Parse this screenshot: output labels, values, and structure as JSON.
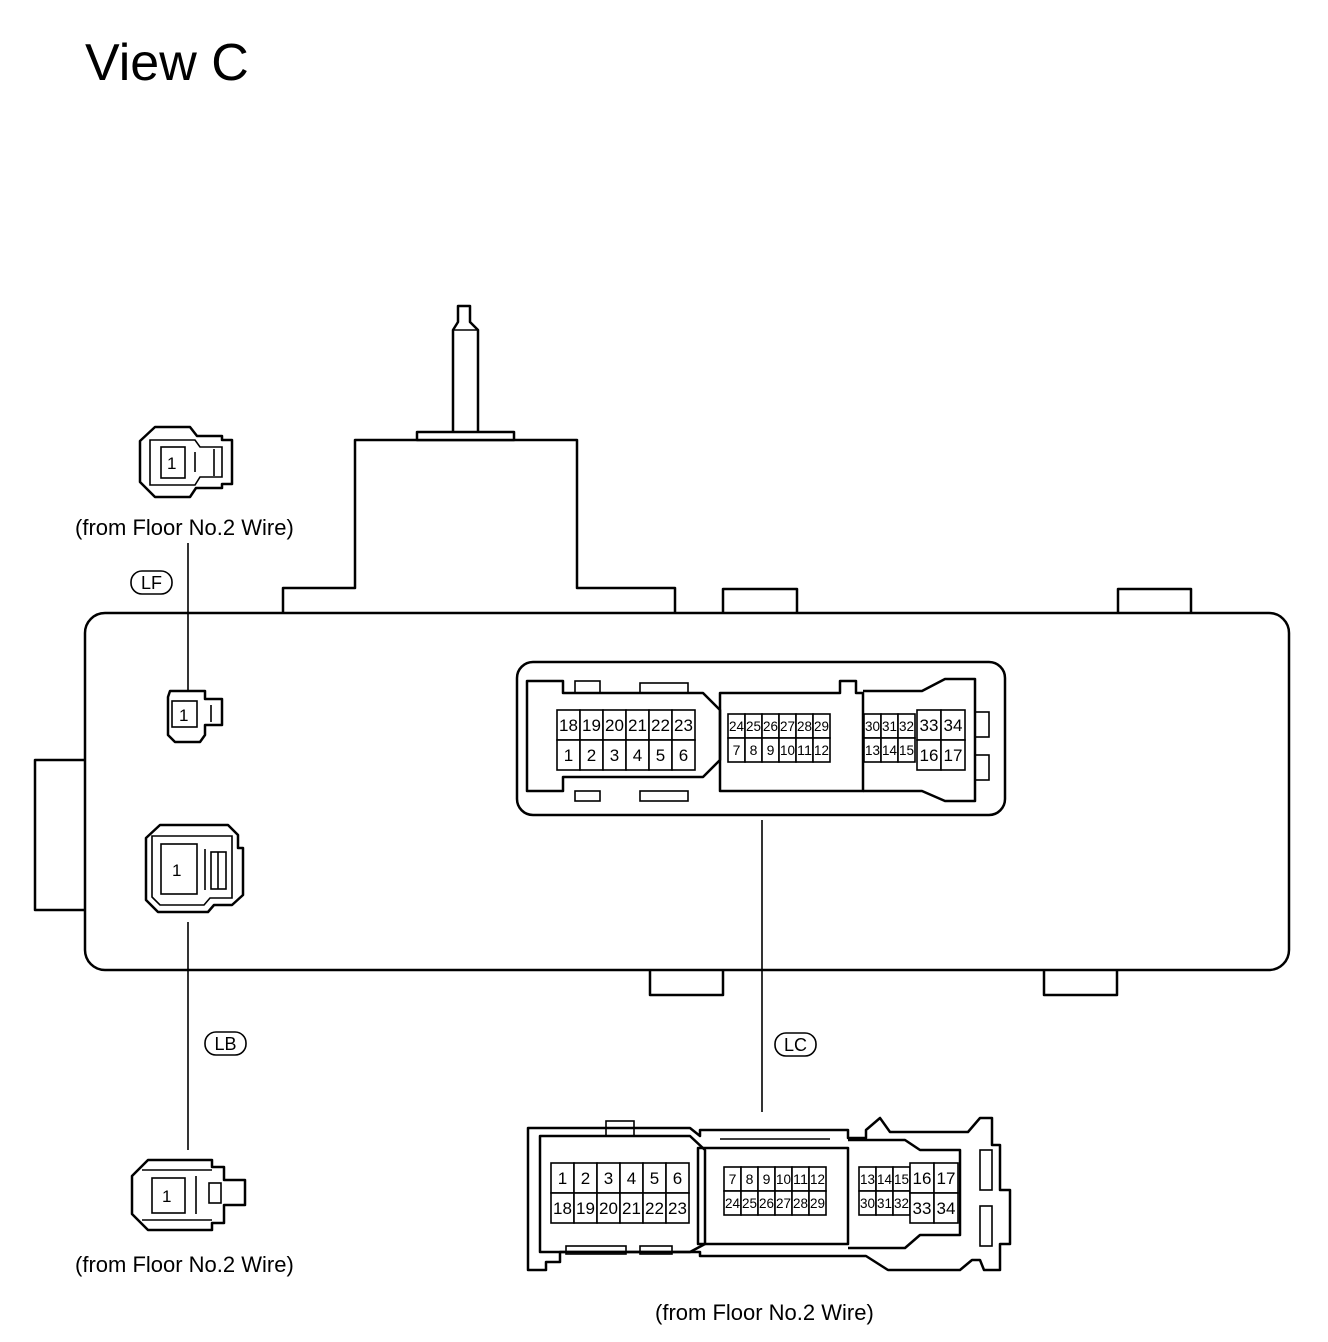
{
  "title": "View C",
  "wire_label": "(from Floor No.2 Wire)",
  "connectors": {
    "lf": {
      "tag": "LF",
      "pin": "1"
    },
    "lb": {
      "tag": "LB",
      "pin": "1"
    },
    "lc": {
      "tag": "LC"
    }
  },
  "lc_face": {
    "block1": {
      "top": [
        "18",
        "19",
        "20",
        "21",
        "22",
        "23"
      ],
      "bottom": [
        "1",
        "2",
        "3",
        "4",
        "5",
        "6"
      ]
    },
    "block2": {
      "top": [
        "24",
        "25",
        "26",
        "27",
        "28",
        "29"
      ],
      "bottom": [
        "7",
        "8",
        "9",
        "10",
        "11",
        "12"
      ]
    },
    "block3a": {
      "top": [
        "30",
        "31",
        "32"
      ],
      "bottom": [
        "13",
        "14",
        "15"
      ]
    },
    "block3b": {
      "top": [
        "33",
        "34"
      ],
      "bottom": [
        "16",
        "17"
      ]
    }
  },
  "lc_plug": {
    "block1": {
      "top": [
        "1",
        "2",
        "3",
        "4",
        "5",
        "6"
      ],
      "bottom": [
        "18",
        "19",
        "20",
        "21",
        "22",
        "23"
      ]
    },
    "block2": {
      "top": [
        "7",
        "8",
        "9",
        "10",
        "11",
        "12"
      ],
      "bottom": [
        "24",
        "25",
        "26",
        "27",
        "28",
        "29"
      ]
    },
    "block3a": {
      "top": [
        "13",
        "14",
        "15"
      ],
      "bottom": [
        "30",
        "31",
        "32"
      ]
    },
    "block3b": {
      "top": [
        "16",
        "17"
      ],
      "bottom": [
        "33",
        "34"
      ]
    }
  }
}
